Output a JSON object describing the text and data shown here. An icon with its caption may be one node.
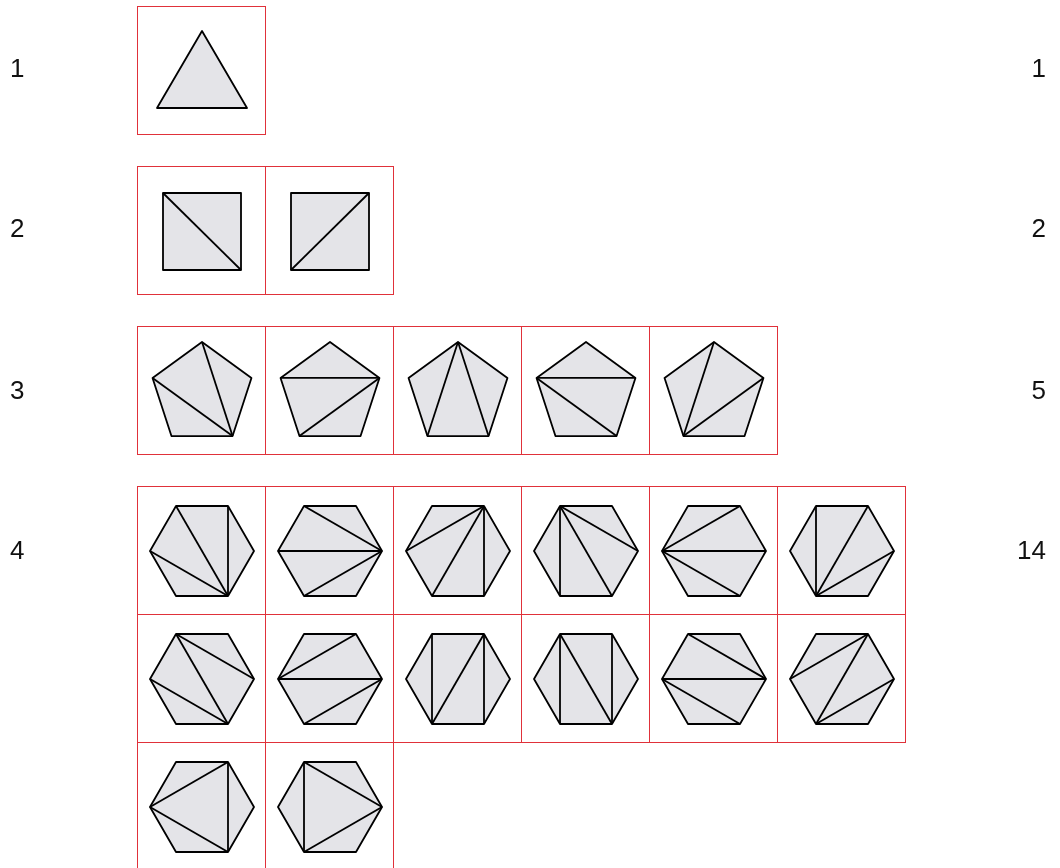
{
  "diagram": {
    "labels": [
      "1",
      "1",
      "2",
      "2",
      "3",
      "5",
      "4",
      "14"
    ]
  }
}
